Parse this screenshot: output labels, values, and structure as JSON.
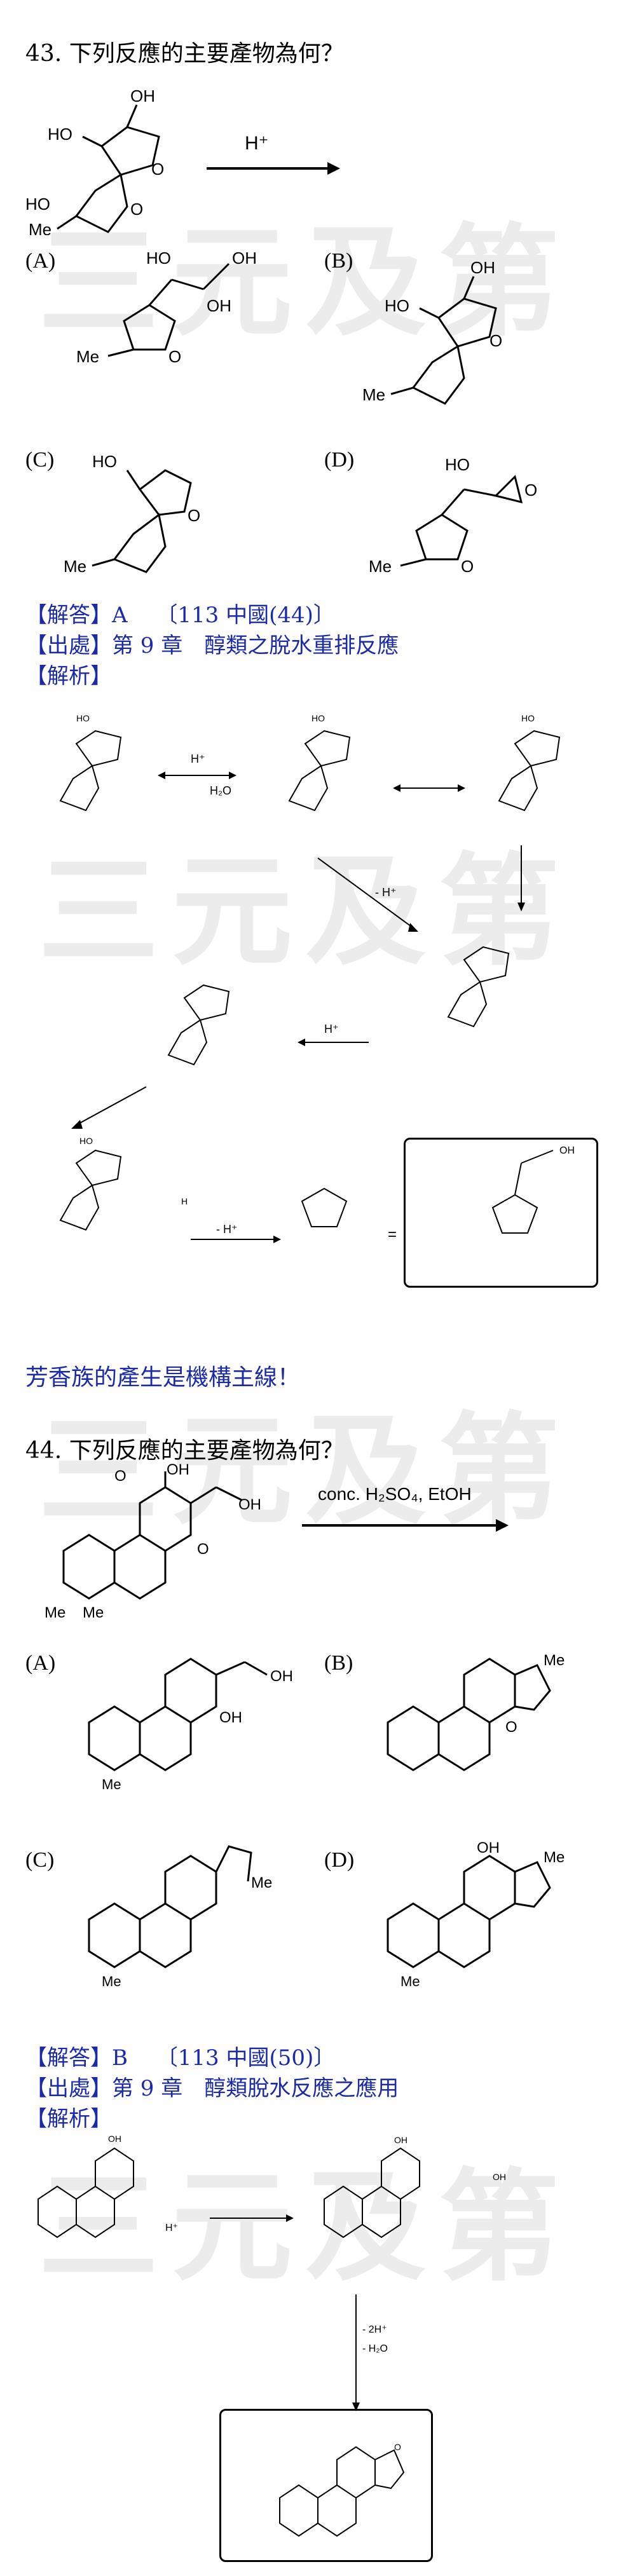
{
  "watermark": "三元及第",
  "q43": {
    "number": "43.",
    "question": "下列反應的主要產物為何？",
    "reagent": "H⁺",
    "options": [
      "(A)",
      "(B)",
      "(C)",
      "(D)"
    ],
    "answer": "【解答】A　 〔113 中國(44)〕",
    "source": "【出處】第 9 章　醇類之脫水重排反應",
    "analysis": "【解析】",
    "step_h": "H⁺",
    "step_h2o": "H₂O",
    "step_minus_h": "- H⁺",
    "step_minus_h2": "- H⁺",
    "step_h3": "H⁺",
    "note": "芳香族的產生是機構主線！"
  },
  "q44": {
    "number": "44.",
    "question": "下列反應的主要產物為何？",
    "reagent": "conc. H₂SO₄, EtOH",
    "options": [
      "(A)",
      "(B)",
      "(C)",
      "(D)"
    ],
    "answer": "【解答】B　 〔113 中國(50)〕",
    "source": "【出處】第 9 章　醇類脫水反應之應用",
    "analysis": "【解析】",
    "step1": "H⁺",
    "step2a": "- 2H⁺",
    "step2b": "- H₂O"
  },
  "atoms": {
    "oh": "OH",
    "ho": "HO",
    "o": "O",
    "me": "Me",
    "h": "H",
    "plus": "+"
  }
}
